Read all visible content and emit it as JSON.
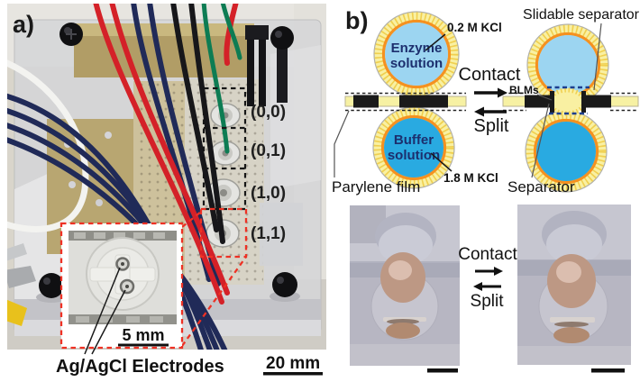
{
  "figure": {
    "panel_a": {
      "label": "a)",
      "well_labels": [
        "(0,0)",
        "(0,1)",
        "(1,0)",
        "(1,1)"
      ],
      "inset_scale_label": "5 mm",
      "electrodes_label": "Ag/AgCl Electrodes",
      "scale_label": "20 mm"
    },
    "panel_b": {
      "label": "b)",
      "top_kcl_label": "0.2 M KCl",
      "slidable_separator_label": "Slidable separator",
      "enzyme_label_l1": "Enzyme",
      "enzyme_label_l2": "solution",
      "contact_label": "Contact",
      "blms_label": "BLMs",
      "split_label": "Split",
      "buffer_label_l1": "Buffer",
      "buffer_label_l2": "solution",
      "bottom_kcl_label": "1.8 M KCl",
      "parylene_label": "Parylene film",
      "separator_label": "Separator",
      "photo_contact_label": "Contact",
      "photo_split_label": "Split"
    }
  },
  "colors": {
    "droplet_light": "#9cd5f1",
    "droplet_dark": "#29aae1",
    "lipid_yellow": "#f9f0a2",
    "lipid_tick": "#f0cf4e",
    "lipid_orange": "#f59120",
    "film_yellow": "#f7f1a3",
    "separator_black": "#1a1a1a",
    "navy_text": "#1c2f6e",
    "blm_navy": "#1d3f8f",
    "dashed_red": "#ee3124",
    "photo_bg": "#b7b6c2"
  }
}
